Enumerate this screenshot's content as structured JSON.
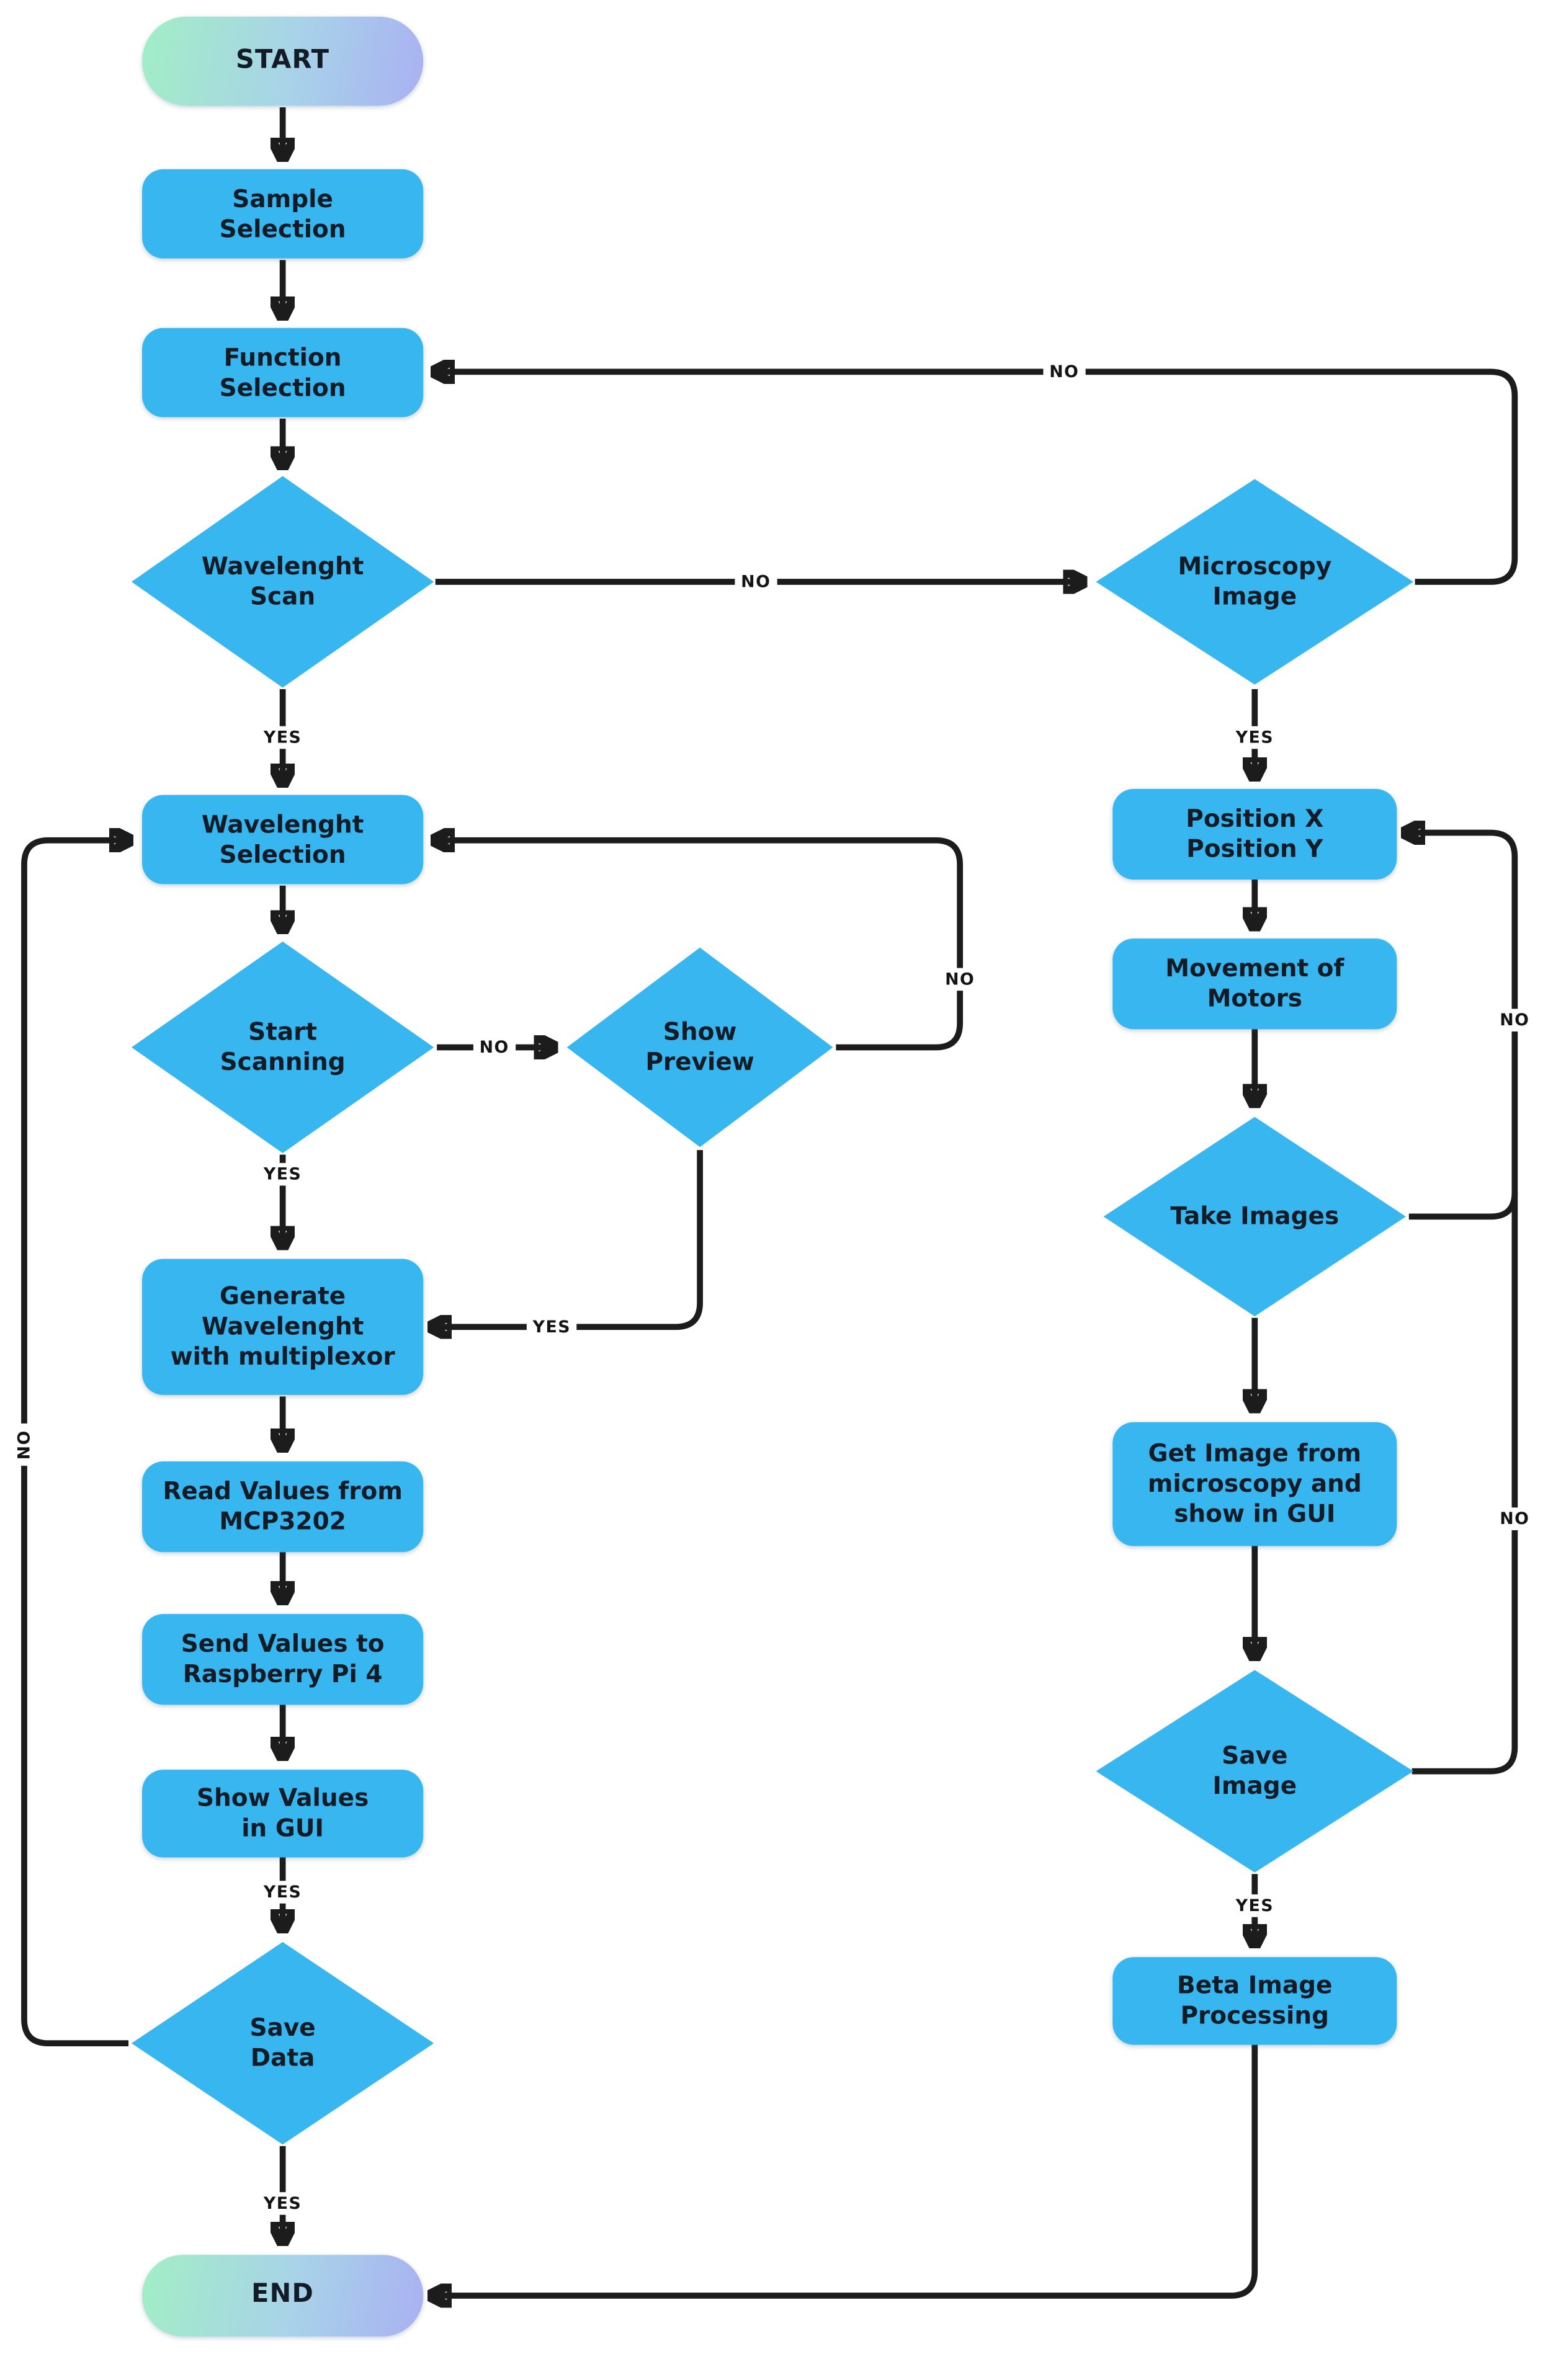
{
  "diagram": {
    "background_color": "#ffffff",
    "line_color": "#1c1c1c",
    "node_fill_color": "#38b6f0",
    "terminal_gradient": [
      "#a2eec6",
      "#a8d2e9",
      "#a9b1f2"
    ],
    "text_color": "#121b26"
  },
  "nodes": {
    "start": {
      "label": "START",
      "type": "terminal"
    },
    "sample_selection": {
      "label": "Sample Selection",
      "type": "process"
    },
    "function_selection": {
      "label": "Function Selection",
      "type": "process"
    },
    "wavelength_scan": {
      "label": "Wavelenght Scan",
      "type": "decision"
    },
    "microscopy_image": {
      "label": "Microscopy Image",
      "type": "decision"
    },
    "wavelength_selection": {
      "label": "Wavelenght Selection",
      "type": "process"
    },
    "position_xy": {
      "label": "Position X Position Y",
      "type": "process"
    },
    "start_scanning": {
      "label": "Start Scanning",
      "type": "decision"
    },
    "show_preview": {
      "label": "Show Preview",
      "type": "decision"
    },
    "movement_of_motors": {
      "label": "Movement of Motors",
      "type": "process"
    },
    "take_images": {
      "label": "Take Images",
      "type": "decision"
    },
    "generate_wavelength": {
      "label": "Generate Wavelenght with multiplexor",
      "type": "process"
    },
    "get_image": {
      "label": "Get Image from microscopy and show in GUI",
      "type": "process"
    },
    "read_values": {
      "label": "Read Values from MCP3202",
      "type": "process"
    },
    "send_values": {
      "label": "Send Values to Raspberry Pi 4",
      "type": "process"
    },
    "save_image": {
      "label": "Save Image",
      "type": "decision"
    },
    "show_values": {
      "label": "Show Values in GUI",
      "type": "process"
    },
    "beta_processing": {
      "label": "Beta Image Processing",
      "type": "process"
    },
    "save_data": {
      "label": "Save Data",
      "type": "decision"
    },
    "end": {
      "label": "END",
      "type": "terminal"
    }
  },
  "edge_labels": {
    "no_scan_to_microscopy": "NO",
    "no_microscopy_loop": "NO",
    "yes_scan": "YES",
    "yes_microscopy": "YES",
    "no_start_scanning": "NO",
    "no_show_preview_loop": "NO",
    "yes_start_scanning": "YES",
    "yes_show_preview": "YES",
    "yes_show_values": "YES",
    "no_take_images": "NO",
    "no_save_image": "NO",
    "yes_save_image": "YES",
    "yes_save_data": "YES",
    "no_save_data_loop": "NO"
  },
  "flow": [
    {
      "from": "start",
      "to": "sample_selection",
      "label": ""
    },
    {
      "from": "sample_selection",
      "to": "function_selection",
      "label": ""
    },
    {
      "from": "function_selection",
      "to": "wavelength_scan",
      "label": ""
    },
    {
      "from": "wavelength_scan",
      "to": "wavelength_selection",
      "label": "YES"
    },
    {
      "from": "wavelength_scan",
      "to": "microscopy_image",
      "label": "NO"
    },
    {
      "from": "microscopy_image",
      "to": "function_selection",
      "label": "NO"
    },
    {
      "from": "microscopy_image",
      "to": "position_xy",
      "label": "YES"
    },
    {
      "from": "wavelength_selection",
      "to": "start_scanning",
      "label": ""
    },
    {
      "from": "start_scanning",
      "to": "show_preview",
      "label": "NO"
    },
    {
      "from": "start_scanning",
      "to": "generate_wavelength",
      "label": "YES"
    },
    {
      "from": "show_preview",
      "to": "wavelength_selection",
      "label": "NO"
    },
    {
      "from": "show_preview",
      "to": "generate_wavelength",
      "label": "YES"
    },
    {
      "from": "generate_wavelength",
      "to": "read_values",
      "label": ""
    },
    {
      "from": "read_values",
      "to": "send_values",
      "label": ""
    },
    {
      "from": "send_values",
      "to": "show_values",
      "label": ""
    },
    {
      "from": "show_values",
      "to": "save_data",
      "label": "YES"
    },
    {
      "from": "save_data",
      "to": "wavelength_selection",
      "label": "NO"
    },
    {
      "from": "save_data",
      "to": "end",
      "label": "YES"
    },
    {
      "from": "position_xy",
      "to": "movement_of_motors",
      "label": ""
    },
    {
      "from": "movement_of_motors",
      "to": "take_images",
      "label": ""
    },
    {
      "from": "take_images",
      "to": "position_xy",
      "label": "NO"
    },
    {
      "from": "take_images",
      "to": "get_image",
      "label": ""
    },
    {
      "from": "get_image",
      "to": "save_image",
      "label": ""
    },
    {
      "from": "save_image",
      "to": "position_xy",
      "label": "NO"
    },
    {
      "from": "save_image",
      "to": "beta_processing",
      "label": "YES"
    },
    {
      "from": "beta_processing",
      "to": "end",
      "label": ""
    }
  ]
}
